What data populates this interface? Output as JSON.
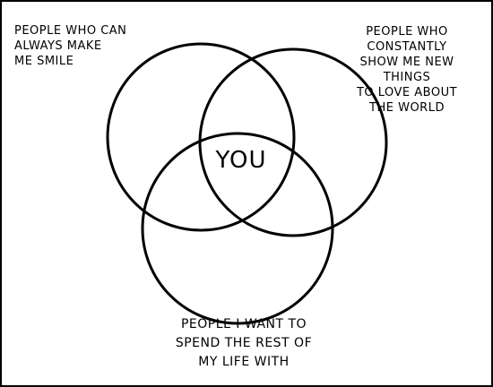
{
  "diagram": {
    "type": "venn",
    "sets": [
      {
        "id": "left",
        "label": "PEOPLE WHO CAN\nALWAYS MAKE\nME SMILE"
      },
      {
        "id": "right",
        "label": "PEOPLE WHO CONSTANTLY\nSHOW ME NEW THINGS\nTO LOVE ABOUT\nTHE WORLD"
      },
      {
        "id": "bottom",
        "label": "PEOPLE I WANT TO\nSPEND THE REST OF\nMY LIFE WITH"
      }
    ],
    "intersection_label": "YOU",
    "colors": {
      "stroke": "#000000",
      "background": "#ffffff"
    }
  }
}
